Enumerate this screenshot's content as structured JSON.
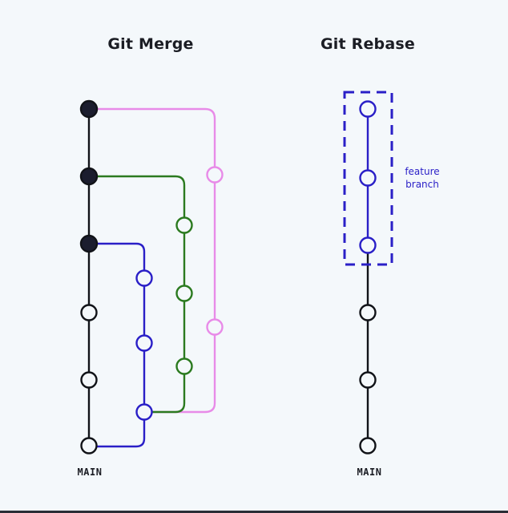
{
  "merge": {
    "title": "Git Merge",
    "main_label": "MAIN"
  },
  "rebase": {
    "title": "Git Rebase",
    "main_label": "MAIN",
    "feature_label_line1": "feature",
    "feature_label_line2": "branch"
  },
  "colors": {
    "main": "#111318",
    "commit_filled": "#1b1d2e",
    "blue_branch": "#2a1fc7",
    "green_branch": "#2b7a1f",
    "pink_branch": "#e88be8",
    "background": "#f4f8fb"
  }
}
